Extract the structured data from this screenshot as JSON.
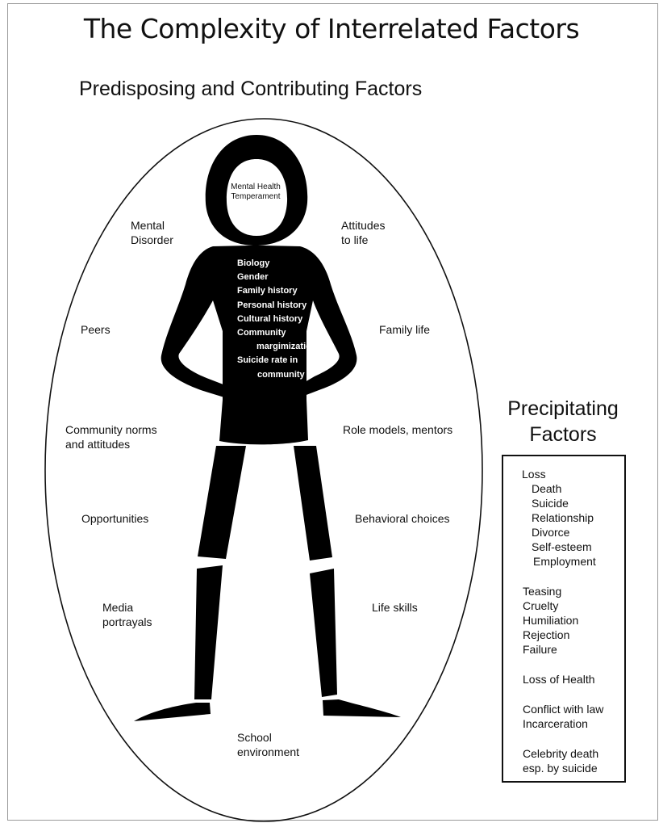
{
  "title": "The Complexity of Interrelated Factors",
  "subtitle": "Predisposing and Contributing Factors",
  "head_text": [
    "Mental Health",
    "Temperament"
  ],
  "body_text": [
    "Biology",
    "Gender",
    "Family history",
    "Personal history",
    "Cultural history",
    "Community",
    "margimization",
    "Suicide rate in",
    "community"
  ],
  "outer_factors": {
    "mental_disorder": [
      "Mental",
      "Disorder"
    ],
    "attitudes": [
      "Attitudes",
      "to life"
    ],
    "peers": [
      "Peers"
    ],
    "family_life": [
      "Family life"
    ],
    "community_norms": [
      "Community norms",
      "and attitudes"
    ],
    "role_models": [
      "Role models, mentors"
    ],
    "opportunities": [
      "Opportunities"
    ],
    "behavioral": [
      "Behavioral choices"
    ],
    "media": [
      "Media",
      "portrayals"
    ],
    "life_skills": [
      "Life skills"
    ],
    "school": [
      "School",
      "environment"
    ]
  },
  "precipitating": {
    "title": [
      "Precipitating",
      "Factors"
    ],
    "loss": "Loss",
    "loss_items": [
      "Death",
      "Suicide",
      "Relationship",
      "Divorce",
      "Self-esteem",
      "Employment"
    ],
    "abuse_items": [
      "Teasing",
      "Cruelty",
      "Humiliation",
      "Rejection",
      "Failure"
    ],
    "health": "Loss of Health",
    "law_items": [
      "Conflict with law",
      "Incarceration"
    ],
    "celebrity_items": [
      "Celebrity death",
      "esp. by suicide"
    ]
  }
}
